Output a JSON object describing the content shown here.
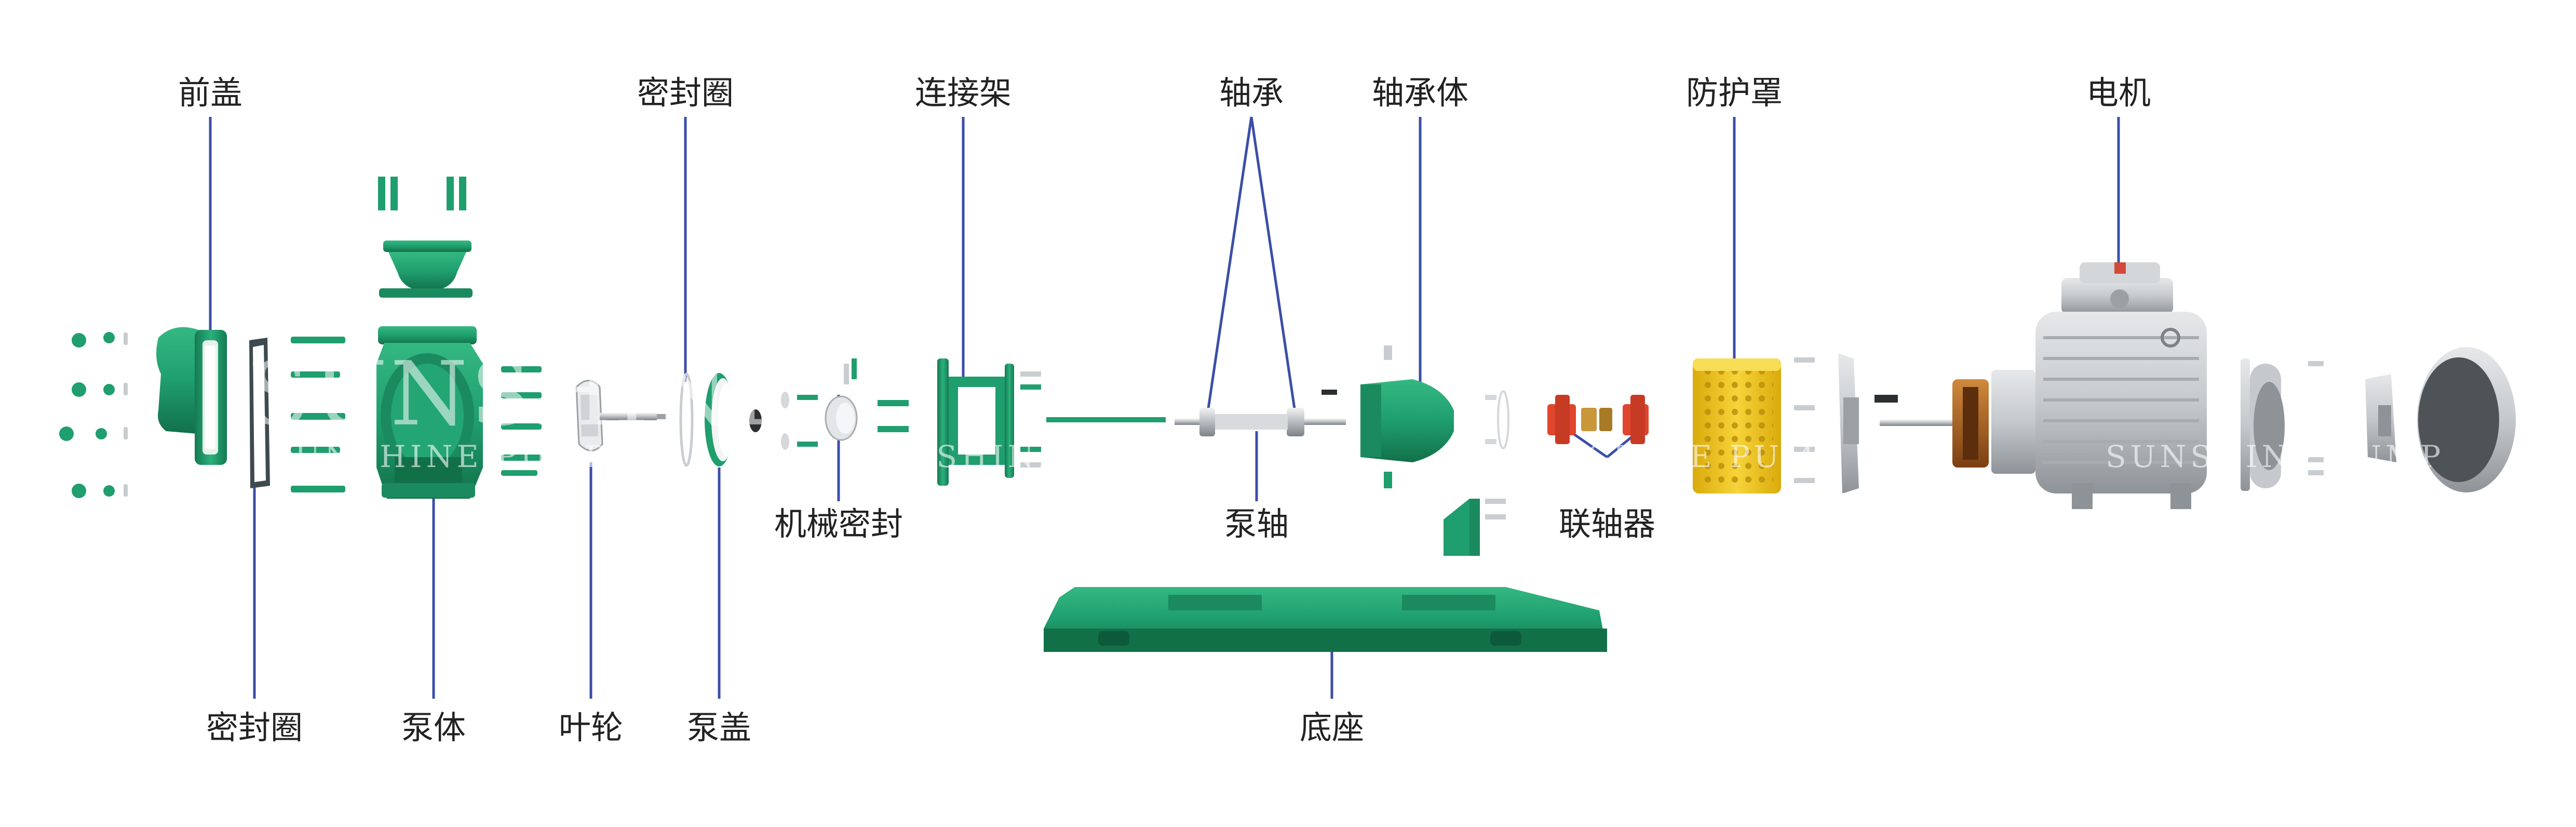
{
  "labels": {
    "front_cover": "前盖",
    "seal_ring_top": "密封圈",
    "connection_frame": "连接架",
    "bearing": "轴承",
    "bearing_body": "轴承体",
    "guard": "防护罩",
    "motor": "电机",
    "mechanical_seal": "机械密封",
    "pump_shaft": "泵轴",
    "coupling": "联轴器",
    "seal_ring_bottom": "密封圈",
    "pump_body": "泵体",
    "impeller": "叶轮",
    "pump_cover": "泵盖",
    "base": "底座"
  },
  "watermark": {
    "brand": "SUNSHINE PUMP"
  },
  "colors": {
    "pump_green": "#1f9e6e",
    "pump_green_dark": "#14744f",
    "leader_line": "#3b4ea8",
    "guard_yellow": "#f2cc1c",
    "coupling_red": "#e0452d",
    "coupling_bronze": "#c9963a",
    "motor_gray": "#c9cdd1",
    "label_text": "#222222"
  }
}
